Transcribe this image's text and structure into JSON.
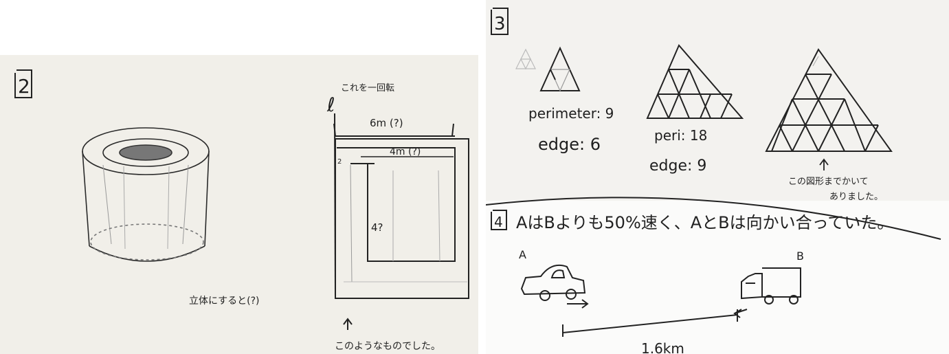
{
  "left_panel": {
    "problem_number": "2",
    "rotate_note": "これを一回転",
    "axis_label": "ℓ",
    "outer_width": "6m (?)",
    "inner_width": "4m (?)",
    "height_label": "4?",
    "small_label": "2",
    "solid_caption": "立体にすると(?)",
    "result_caption": "このようなものでした。"
  },
  "right_panel": {
    "problem3_number": "3",
    "fig1_perimeter": "perimeter: 9",
    "fig1_edge": "edge: 6",
    "fig2_perimeter": "peri: 18",
    "fig2_edge": "edge: 9",
    "fig3_note_line1": "この図形までかいて",
    "fig3_note_line2": "ありました。",
    "problem4_number": "4",
    "problem4_statement": "AはBよりも50%速く、AとBは向かい合っていた。",
    "label_a": "A",
    "label_b": "B",
    "distance": "1.6km"
  }
}
